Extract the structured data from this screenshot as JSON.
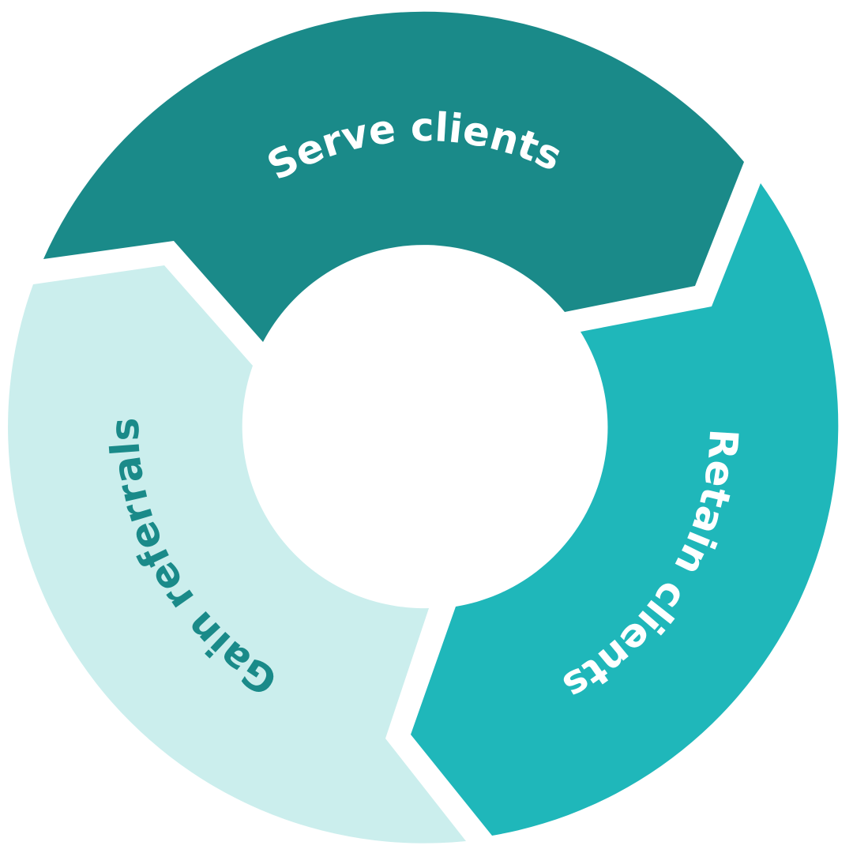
{
  "diagram": {
    "type": "cycle",
    "segments": [
      {
        "label": "Serve clients",
        "color": "#1a8a89",
        "text_color": "#ffffff"
      },
      {
        "label": "Retain clients",
        "color": "#1fb7ba",
        "text_color": "#ffffff"
      },
      {
        "label": "Gain referrals",
        "color": "#cbeeed",
        "text_color": "#1a8a89"
      }
    ]
  }
}
